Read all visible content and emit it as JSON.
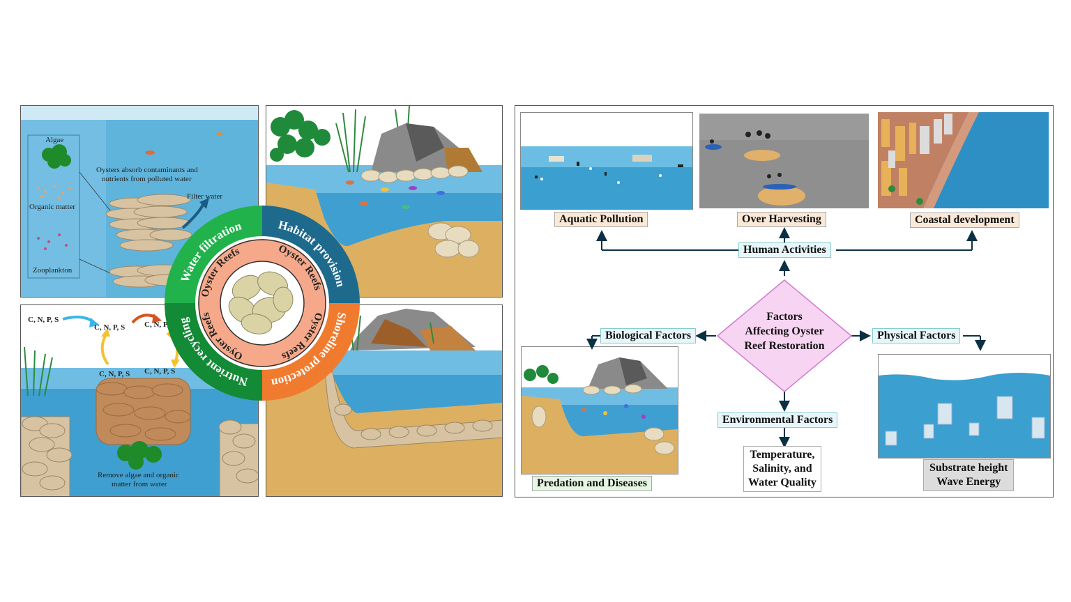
{
  "left_figure": {
    "filtration_panel": {
      "algae": "Algae",
      "organic_matter": "Organic matter",
      "zooplankton": "Zooplankton",
      "absorb_text_1": "Oysters absorb contaminants and",
      "absorb_text_2": "nutrients from polluted water",
      "filter_water": "Filter water"
    },
    "recycling_panel": {
      "cnps": "C, N, P, S",
      "cnp_partial": "C, N, P,",
      "remove_text_1": "Remove algae and organic",
      "remove_text_2": "matter from water"
    },
    "ring": {
      "center_label": "Oyster Reefs",
      "water_filtration": "Water filtration",
      "habitat_provision": "Habitat provision",
      "nutrient_recycling": "Nutrient recycling",
      "shoreline_protection": "Shoreline protection",
      "colors": {
        "green_light": "#22b24c",
        "blue": "#1e6a8d",
        "green_dark": "#138a36",
        "orange": "#f07b2e",
        "inner": "#f5a98a"
      }
    }
  },
  "right_figure": {
    "center": {
      "line1": "Factors",
      "line2": "Affecting Oyster",
      "line3": "Reef Restoration"
    },
    "human_activities": "Human Activities",
    "aquatic_pollution": "Aquatic Pollution",
    "over_harvesting": "Over Harvesting",
    "coastal_development": "Coastal development",
    "biological_factors": "Biological Factors",
    "physical_factors": "Physical Factors",
    "environmental_factors": "Environmental Factors",
    "predation": "Predation and Diseases",
    "temp_1": "Temperature,",
    "temp_2": "Salinity, and",
    "temp_3": "Water Quality",
    "substrate_1": "Substrate height",
    "substrate_2": "Wave Energy",
    "colors": {
      "diamond": "#f7d4f2",
      "diamond_stroke": "#d27ad0",
      "arrow": "#0b3044"
    }
  }
}
